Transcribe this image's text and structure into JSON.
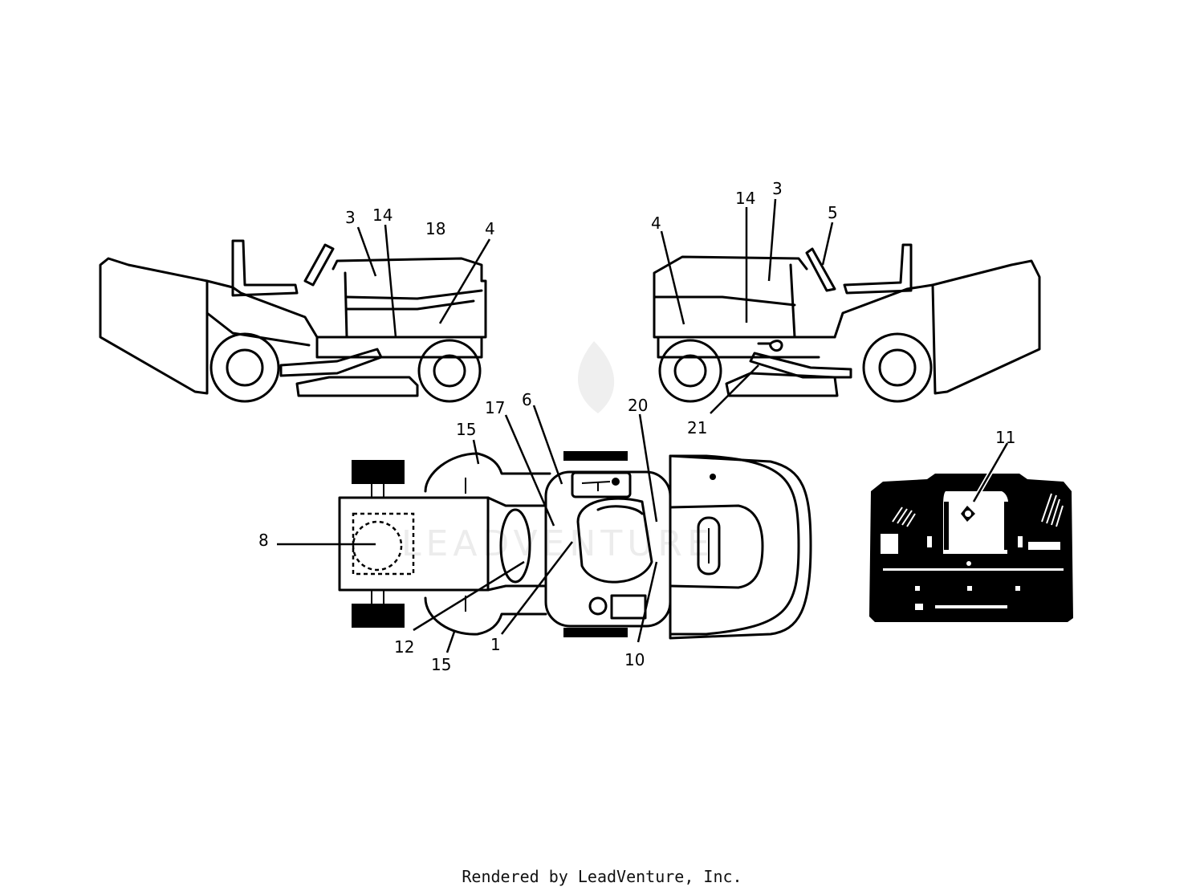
{
  "watermark": "LEADVENTURE",
  "footer": "Rendered by LeadVenture, Inc.",
  "callouts": {
    "left_view": [
      "3",
      "14",
      "18",
      "4"
    ],
    "right_view": [
      "4",
      "14",
      "3",
      "5",
      "21"
    ],
    "top_view": [
      "15",
      "17",
      "6",
      "20",
      "8",
      "12",
      "1",
      "15",
      "10"
    ],
    "dash_view": [
      "11"
    ]
  }
}
